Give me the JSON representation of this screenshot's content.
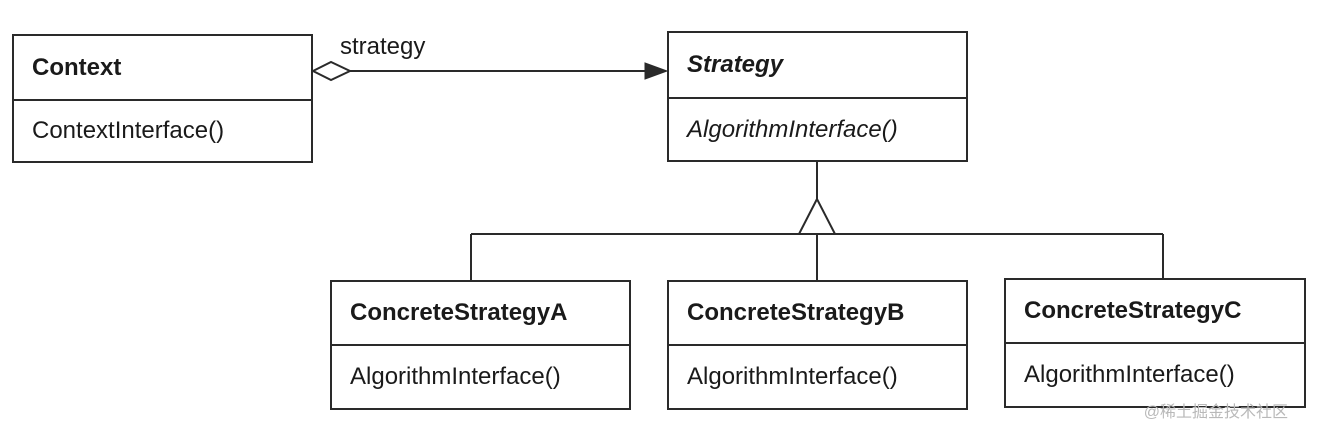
{
  "diagram": {
    "context": {
      "name": "Context",
      "operation": "ContextInterface()"
    },
    "strategy": {
      "name": "Strategy",
      "operation": "AlgorithmInterface()"
    },
    "association_label": "strategy",
    "concrete": [
      {
        "name": "ConcreteStrategyA",
        "operation": "AlgorithmInterface()"
      },
      {
        "name": "ConcreteStrategyB",
        "operation": "AlgorithmInterface()"
      },
      {
        "name": "ConcreteStrategyC",
        "operation": "AlgorithmInterface()"
      }
    ]
  },
  "watermark": "@稀土掘金技术社区",
  "colors": {
    "line": "#2a2a2a",
    "background": "#ffffff",
    "watermark": "#b9b9b9"
  }
}
